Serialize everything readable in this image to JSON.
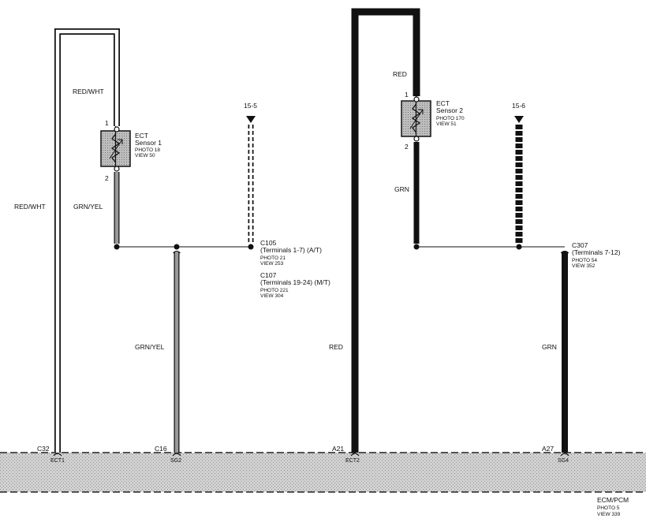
{
  "wires": {
    "red_wht_top": "RED/WHT",
    "red_wht_left": "RED/WHT",
    "grn_yel_upper": "GRN/YEL",
    "grn_yel_lower": "GRN/YEL",
    "red_upper": "RED",
    "red_lower": "RED",
    "grn_upper": "GRN",
    "grn_lower": "GRN"
  },
  "sensor1": {
    "pin_top": "1",
    "pin_bottom": "2",
    "name": "ECT",
    "sub": "Sensor 1",
    "photo": "PHOTO 18",
    "view": "VIEW 50"
  },
  "sensor2": {
    "pin_top": "1",
    "pin_bottom": "2",
    "name": "ECT",
    "sub": "Sensor 2",
    "photo": "PHOTO 170",
    "view": "VIEW 51"
  },
  "refs": {
    "ref1": "15-5",
    "ref2": "15-6"
  },
  "connectors": {
    "c105": {
      "name": "C105",
      "terminals": "(Terminals 1-7) (A/T)",
      "photo": "PHOTO 21",
      "view": "VIEW 253"
    },
    "c107": {
      "name": "C107",
      "terminals": "(Terminals 19-24) (M/T)",
      "photo": "PHOTO 221",
      "view": "VIEW 304"
    },
    "c307": {
      "name": "C307",
      "terminals": "(Terminals 7-12)",
      "photo": "PHOTO 54",
      "view": "VIEW 352"
    }
  },
  "terminals": {
    "c32": "C32",
    "ect1": "ECT1",
    "c16": "C16",
    "sg2": "SG2",
    "a21": "A21",
    "ect2": "ECT2",
    "a27": "A27",
    "sg4": "SG4"
  },
  "module": {
    "name": "ECM/PCM",
    "photo": "PHOTO 5",
    "view": "VIEW 339"
  }
}
